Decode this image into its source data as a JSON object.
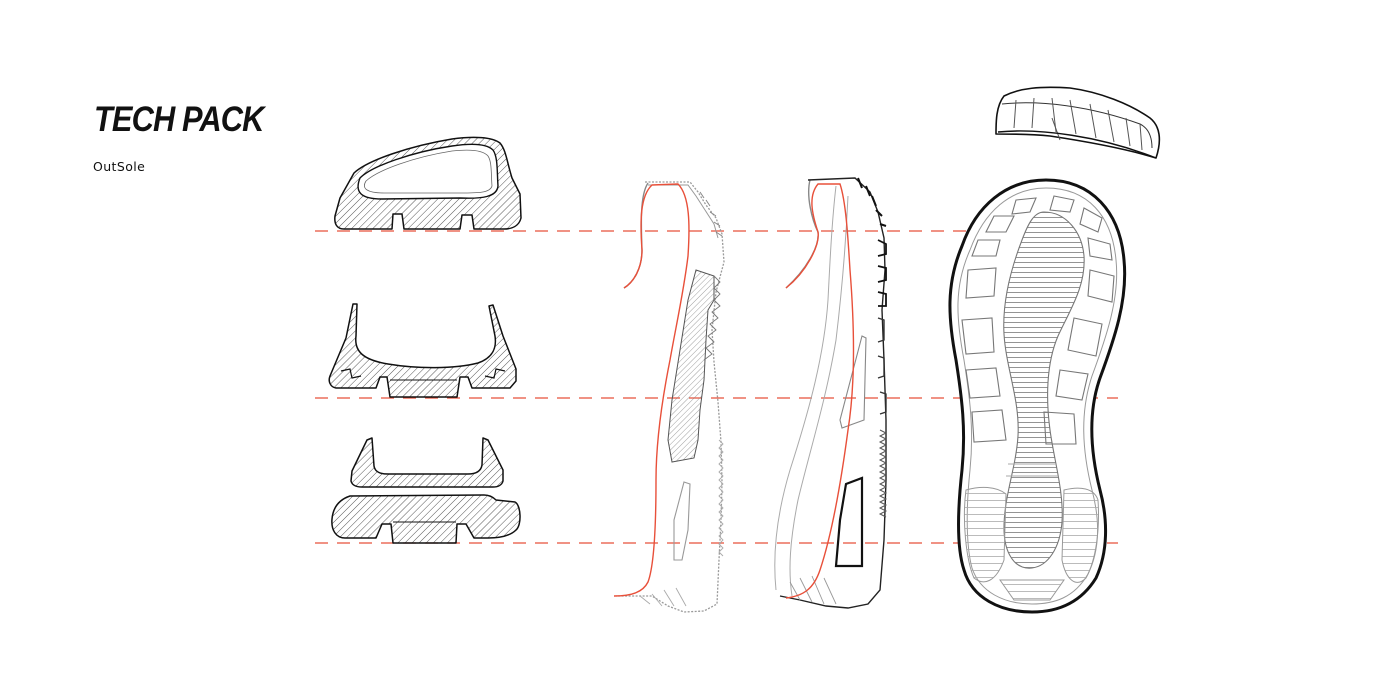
{
  "header": {
    "title": "TECH PACK",
    "subtitle": "OutSole"
  },
  "colors": {
    "line": "#222222",
    "section_guide": "#e8503a",
    "light_line": "#9a9a9a",
    "background": "#ffffff"
  },
  "section_guides": {
    "count": 3,
    "style": "dashed"
  },
  "views": [
    "cross-section-forefoot",
    "cross-section-midfoot",
    "cross-section-heel",
    "medial-side-profile",
    "lateral-side-profile",
    "bottom-outsole-view",
    "heel-perspective-view"
  ]
}
